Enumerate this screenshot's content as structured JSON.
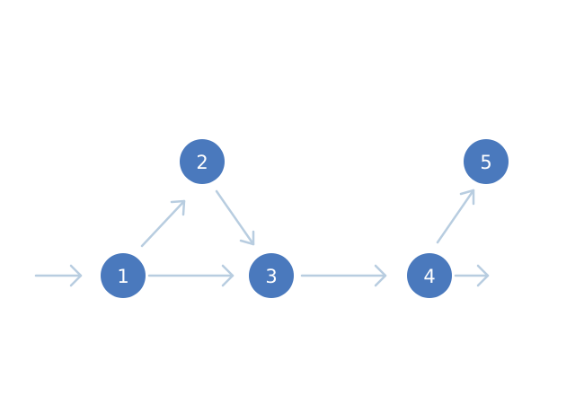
{
  "diagram": {
    "type": "directed-graph",
    "colors": {
      "node_fill": "#4a79bd",
      "node_text": "#ffffff",
      "edge": "#b8cde0",
      "background": "#ffffff"
    },
    "nodes": [
      {
        "id": "n1",
        "label": "1"
      },
      {
        "id": "n2",
        "label": "2"
      },
      {
        "id": "n3",
        "label": "3"
      },
      {
        "id": "n4",
        "label": "4"
      },
      {
        "id": "n5",
        "label": "5"
      }
    ],
    "edges": [
      {
        "from": null,
        "to": "n1"
      },
      {
        "from": "n1",
        "to": "n2"
      },
      {
        "from": "n1",
        "to": "n3"
      },
      {
        "from": "n2",
        "to": "n3"
      },
      {
        "from": "n3",
        "to": "n4"
      },
      {
        "from": "n4",
        "to": "n5"
      },
      {
        "from": "n4",
        "to": null
      }
    ]
  }
}
